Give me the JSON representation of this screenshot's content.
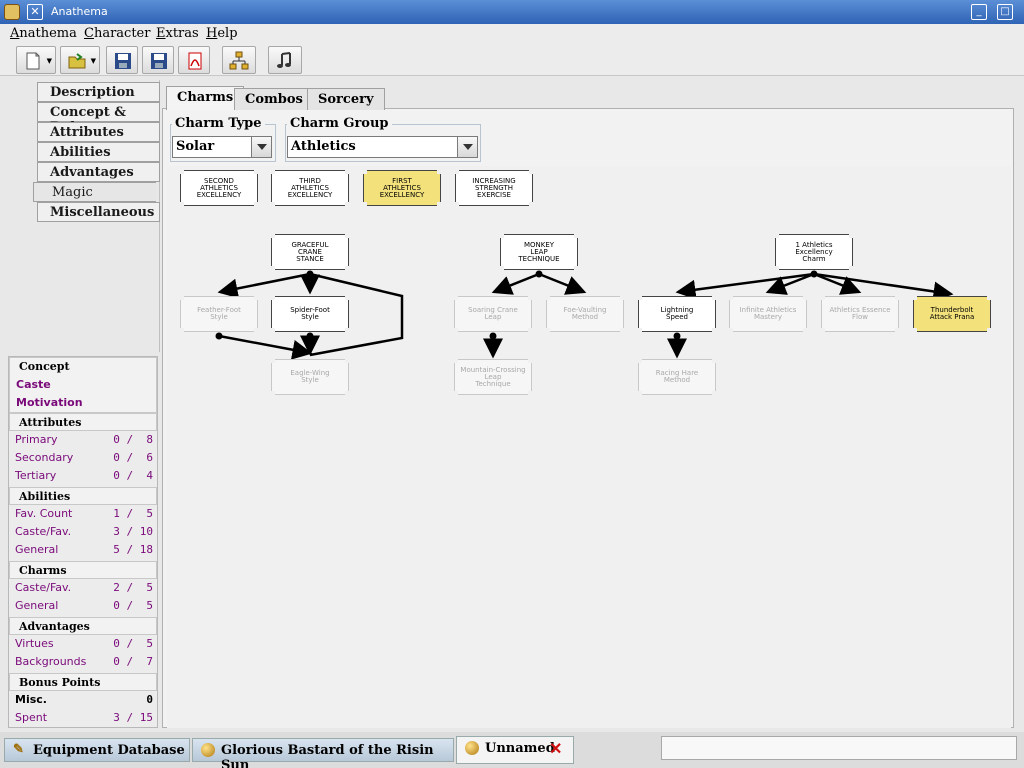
{
  "window": {
    "title": "Anathema"
  },
  "menu": [
    "Anathema",
    "Character",
    "Extras",
    "Help"
  ],
  "toolbar": {
    "icons": [
      "new-document-icon",
      "open-folder-icon",
      "save-icon",
      "save-all-icon",
      "pdf-export-icon",
      "charm-tree-icon",
      "music-icon"
    ]
  },
  "nav": {
    "items": [
      "Description",
      "Concept & Rules",
      "Attributes",
      "Abilities",
      "Advantages",
      "Magic",
      "Miscellaneous"
    ],
    "active": "Magic"
  },
  "bonus": {
    "concept_header": "Concept",
    "caste": "Caste",
    "motivation": "Motivation",
    "attributes_header": "Attributes",
    "attributes": [
      {
        "label": "Primary",
        "value": "0 /  8"
      },
      {
        "label": "Secondary",
        "value": "0 /  6"
      },
      {
        "label": "Tertiary",
        "value": "0 /  4"
      }
    ],
    "abilities_header": "Abilities",
    "abilities": [
      {
        "label": "Fav. Count",
        "value": "1 /  5"
      },
      {
        "label": "Caste/Fav.",
        "value": "3 / 10"
      },
      {
        "label": "General",
        "value": "5 / 18"
      }
    ],
    "charms_header": "Charms",
    "charms": [
      {
        "label": "Caste/Fav.",
        "value": "2 /  5"
      },
      {
        "label": "General",
        "value": "0 /  5"
      }
    ],
    "advantages_header": "Advantages",
    "advantages": [
      {
        "label": "Virtues",
        "value": "0 /  5"
      },
      {
        "label": "Backgrounds",
        "value": "0 /  7"
      }
    ],
    "bonus_header": "Bonus Points",
    "misc": {
      "label": "Misc.",
      "value": "0"
    },
    "spent": {
      "label": "Spent",
      "value": "3 / 15"
    }
  },
  "tabs": [
    "Charms",
    "Combos",
    "Sorcery"
  ],
  "charm_type": {
    "label": "Charm Type",
    "value": "Solar"
  },
  "charm_group": {
    "label": "Charm Group",
    "value": "Athletics"
  },
  "charms": {
    "top": [
      {
        "name": "SECOND\nATHLETICS\nEXCELLENCY",
        "state": "normal"
      },
      {
        "name": "THIRD\nATHLETICS\nEXCELLENCY",
        "state": "normal"
      },
      {
        "name": "FIRST\nATHLETICS\nEXCELLENCY",
        "state": "learned"
      },
      {
        "name": "INCREASING\nSTRENGTH\nEXERCISE",
        "state": "normal"
      }
    ],
    "crane": "GRACEFUL\nCRANE\nSTANCE",
    "feather": "Feather-Foot\nStyle",
    "spider": "Spider-Foot\nStyle",
    "eagle": "Eagle-Wing\nStyle",
    "monkey": "MONKEY\nLEAP\nTECHNIQUE",
    "soaring": "Soaring Crane\nLeap",
    "foe": "Foe-Vaulting\nMethod",
    "mountain": "Mountain-Crossing\nLeap\nTechnique",
    "excellency1": "1 Athletics\nExcellency\nCharm",
    "lightning": "Lightning\nSpeed",
    "infinite": "Infinite Athletics\nMastery",
    "essence": "Athletics Essence\nFlow",
    "thunderbolt": "Thunderbolt\nAttack Prana",
    "racing": "Racing Hare\nMethod"
  },
  "bottom_tabs": [
    {
      "label": "Equipment Database",
      "icon": "pencil-icon"
    },
    {
      "label": "Glorious Bastard of the Risin Sun",
      "icon": "sun-icon"
    },
    {
      "label": "Unnamed",
      "icon": "sun-icon"
    }
  ]
}
